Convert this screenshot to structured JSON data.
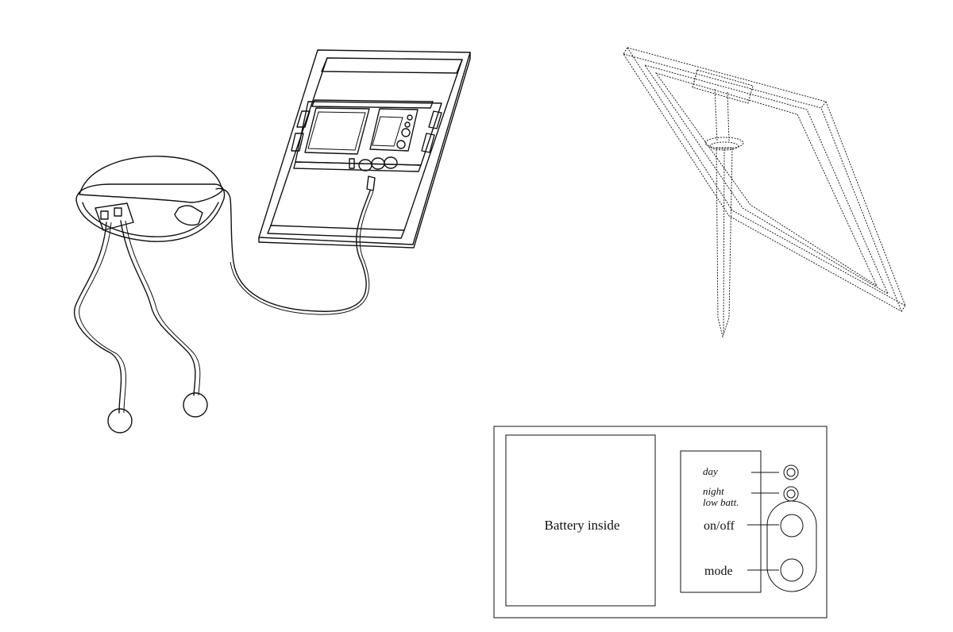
{
  "panel": {
    "battery_label": "Battery inside",
    "indicators": {
      "day": "day",
      "night": "night",
      "low_batt": "low batt."
    },
    "controls": {
      "on_off": "on/off",
      "mode": "mode"
    }
  }
}
